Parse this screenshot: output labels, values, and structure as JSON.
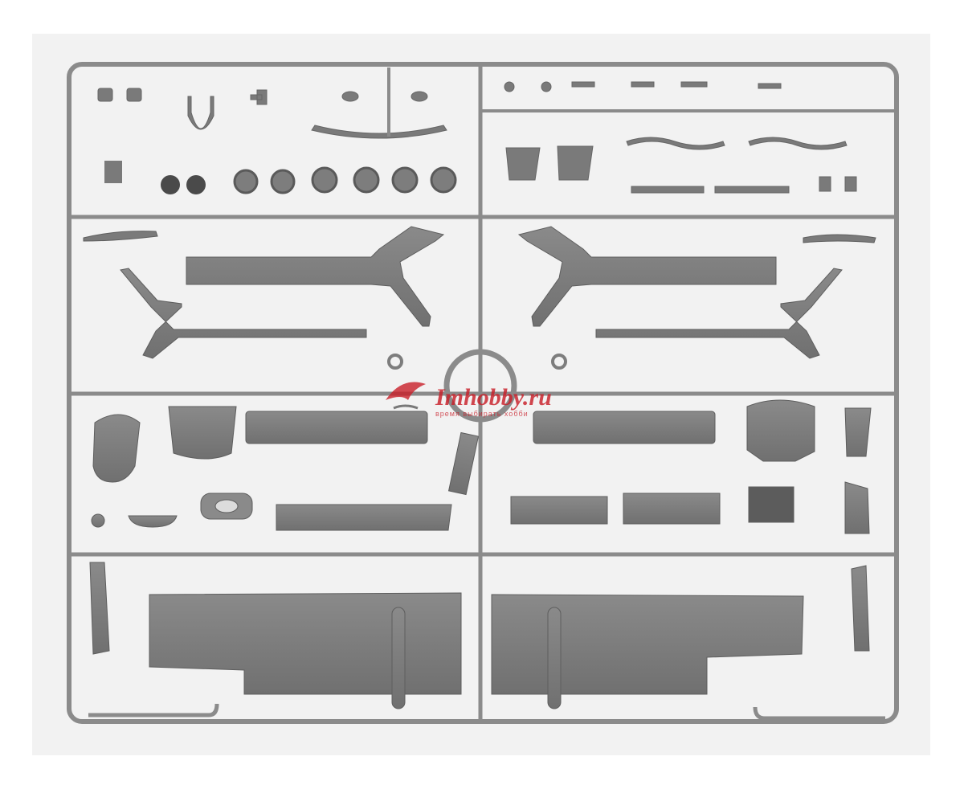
{
  "photo": {
    "subject": "plastic model kit sprue",
    "colors": {
      "background": "#ffffff",
      "backdrop": "#f2f2f2",
      "plastic": "#7d7d7d",
      "plastic_dark": "#666666",
      "plastic_light": "#8e8e8e",
      "runner": "#8a8a8a",
      "watermark": "#c81e28"
    }
  },
  "watermark": {
    "text": "Imhobby.ru",
    "subtitle": "время выбирать хобби"
  }
}
